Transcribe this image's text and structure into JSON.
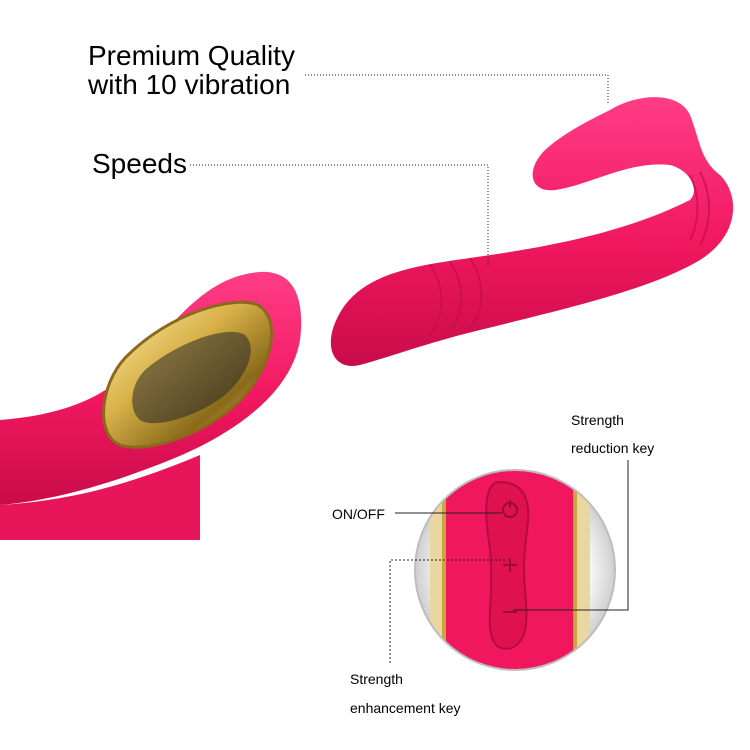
{
  "annotations": {
    "headline_line1": "Premium Quality",
    "headline_line2": "with 10 vibration",
    "speeds": "Speeds",
    "strength_reduction_line1": "Strength",
    "strength_reduction_line2": "reduction key",
    "on_off": "ON/OFF",
    "strength_enhancement_line1": "Strength",
    "strength_enhancement_line2": "enhancement key"
  },
  "colors": {
    "product_pink": "#f0175f",
    "gold_button": "#d9b24a",
    "leader_line": "#222222"
  }
}
